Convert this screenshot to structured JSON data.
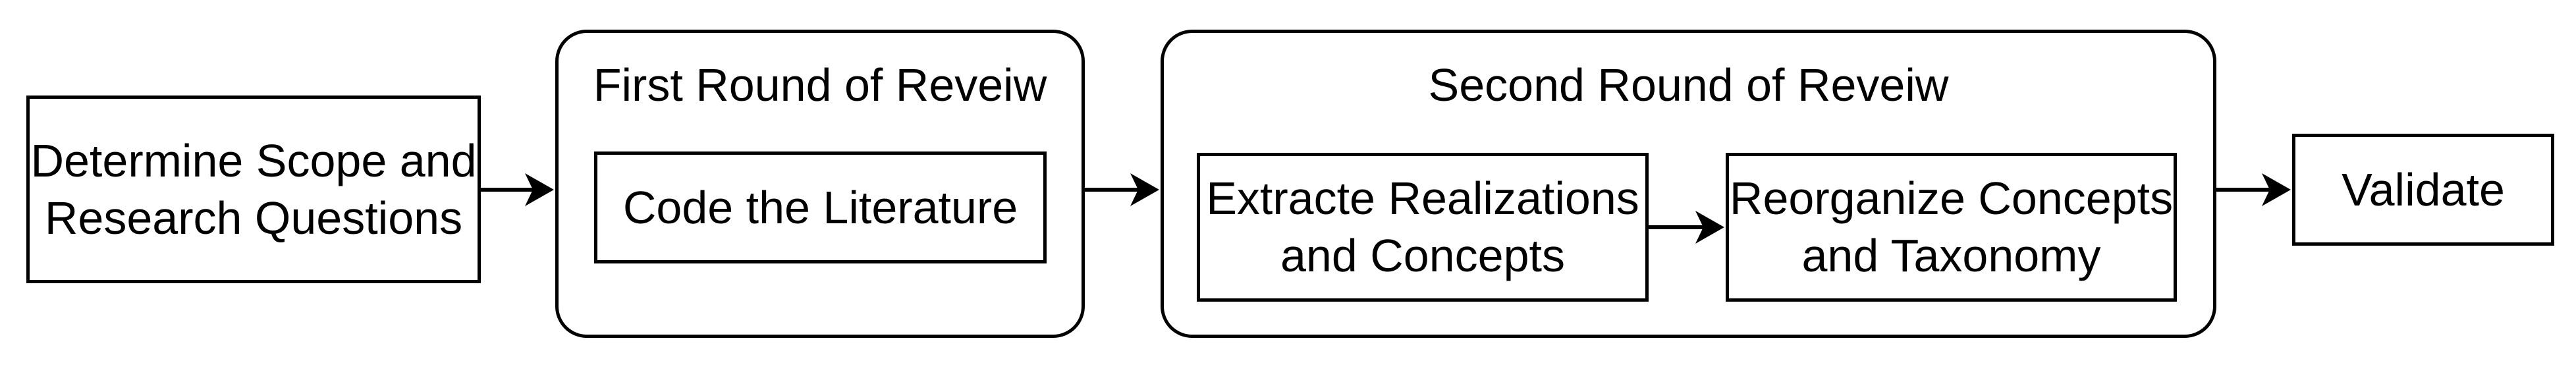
{
  "diagram": {
    "background_color": "#ffffff",
    "stroke_color": "#000000",
    "nodes": {
      "determine_scope": {
        "label": "Determine Scope and\nResearch Questions",
        "shape": "rectangle"
      },
      "code_literature": {
        "label": "Code the Literature",
        "shape": "rectangle"
      },
      "extract_realizations": {
        "label": "Extracte Realizations\nand Concepts",
        "shape": "rectangle"
      },
      "reorganize_concepts": {
        "label": "Reorganize Concepts\nand Taxonomy",
        "shape": "rectangle"
      },
      "validate": {
        "label": "Validate",
        "shape": "rectangle"
      }
    },
    "groups": {
      "first_round": {
        "title": "First Round of Reveiw",
        "shape": "rounded-rectangle",
        "children": [
          "code_literature"
        ]
      },
      "second_round": {
        "title": "Second Round of Reveiw",
        "shape": "rounded-rectangle",
        "children": [
          "extract_realizations",
          "reorganize_concepts"
        ]
      }
    },
    "connections": [
      {
        "from": "determine_scope",
        "to": "first_round"
      },
      {
        "from": "first_round",
        "to": "second_round"
      },
      {
        "from": "extract_realizations",
        "to": "reorganize_concepts"
      },
      {
        "from": "second_round",
        "to": "validate"
      }
    ]
  }
}
